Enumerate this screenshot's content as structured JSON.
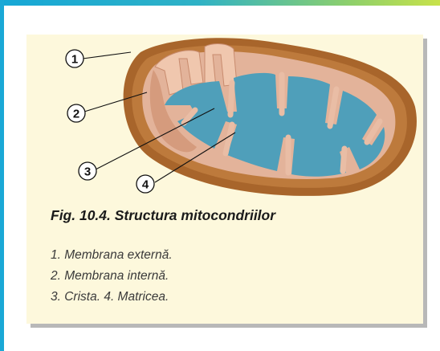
{
  "figure": {
    "callouts": [
      "1",
      "2",
      "3",
      "4"
    ],
    "caption": "Fig. 10.4. Structura mitocondriilor",
    "legend": [
      "1. Membrana externă.",
      "2. Membrana internă.",
      "3. Crista. 4. Matricea."
    ]
  },
  "colors": {
    "outer_membrane": "#a8652b",
    "inner_membrane": "#e3b39a",
    "matrix": "#4f9fba",
    "card_background": "#fdf8dc",
    "accent_bar": "#1aa8d6"
  }
}
